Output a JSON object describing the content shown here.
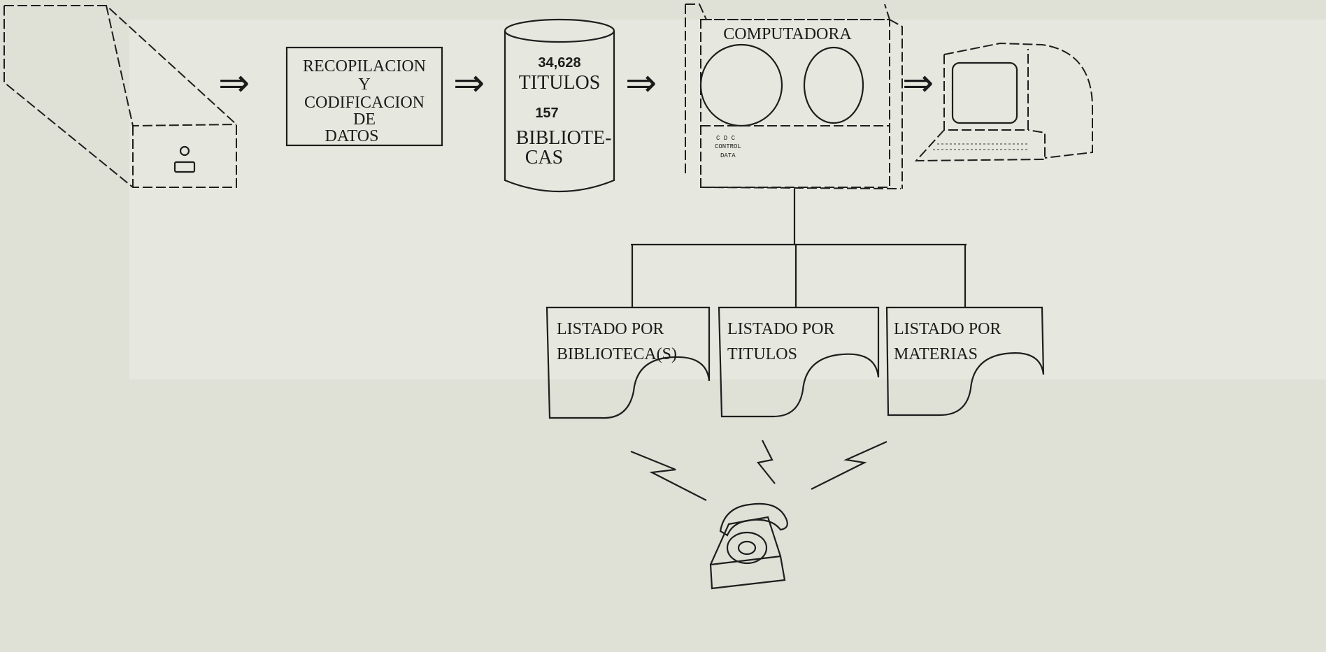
{
  "boxes": {
    "recopilacion": [
      "RECOPILACION",
      "Y",
      "CODIFICACION",
      "DE",
      "DATOS"
    ],
    "database": {
      "titles_count": "34,628",
      "titles_label": "TITULOS",
      "libraries_count": "157",
      "libraries_label_1": "BIBLIOTE-",
      "libraries_label_2": "CAS"
    },
    "computer": {
      "title": "COMPUTADORA",
      "brand_1": "C D C",
      "brand_2": "CONTROL",
      "brand_3": "DATA"
    }
  },
  "listings": [
    {
      "line1": "LISTADO POR",
      "line2": "BIBLIOTECA(S)"
    },
    {
      "line1": "LISTADO POR",
      "line2": "TITULOS"
    },
    {
      "line1": "LISTADO  POR",
      "line2": "MATERIAS"
    }
  ],
  "arrow_glyph": "⇒",
  "icons": [
    "card-file-drawer-icon",
    "database-cylinder-icon",
    "mainframe-computer-icon",
    "terminal-icon",
    "document-icon",
    "telephone-icon"
  ],
  "colors": {
    "paper": "#dfe0d6",
    "ink": "#1e1e1e"
  }
}
